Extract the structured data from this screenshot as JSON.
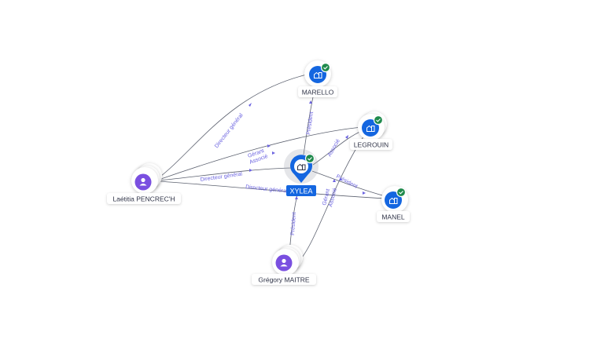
{
  "colors": {
    "company": "#1466e0",
    "person": "#7a4fe0",
    "verified_badge": "#1f8a4c",
    "edge_label": "#6b63e0",
    "edge_line": "#5d6270",
    "node_label_text": "#2f3347"
  },
  "center": {
    "id": "xylea",
    "label": "XYLEA",
    "type": "company",
    "icon": "building-icon",
    "verified": true
  },
  "nodes": [
    {
      "id": "marello",
      "label": "MARELLO",
      "type": "company",
      "icon": "building-icon",
      "verified": true
    },
    {
      "id": "legrouin",
      "label": "LEGROUIN",
      "type": "company",
      "icon": "building-icon",
      "verified": true
    },
    {
      "id": "manel",
      "label": "MANEL",
      "type": "company",
      "icon": "building-icon",
      "verified": true
    },
    {
      "id": "laetitia",
      "label": "Laétitia PENCREC'H",
      "type": "person",
      "icon": "person-icon",
      "verified": false
    },
    {
      "id": "gregory",
      "label": "Grégory MAITRE",
      "type": "person",
      "icon": "person-icon",
      "verified": false
    }
  ],
  "edges": [
    {
      "id": "e1",
      "from": "laetitia",
      "to": "marello",
      "label": "Directeur général"
    },
    {
      "id": "e2",
      "from": "laetitia",
      "to": "legrouin",
      "label": "Gérant",
      "label2": "Associé"
    },
    {
      "id": "e3",
      "from": "laetitia",
      "to": "xylea",
      "label": "Directeur général"
    },
    {
      "id": "e4",
      "from": "laetitia",
      "to": "manel",
      "label": "Directeur général"
    },
    {
      "id": "e5",
      "from": "xylea",
      "to": "marello",
      "label": "Président"
    },
    {
      "id": "e6",
      "from": "xylea",
      "to": "legrouin",
      "label": "Associé"
    },
    {
      "id": "e7",
      "from": "xylea",
      "to": "manel",
      "label": "Président"
    },
    {
      "id": "e8",
      "from": "gregory",
      "to": "xylea",
      "label": "Président"
    },
    {
      "id": "e9",
      "from": "gregory",
      "to": "legrouin",
      "label": "Gérant",
      "label2": "Associé"
    }
  ]
}
